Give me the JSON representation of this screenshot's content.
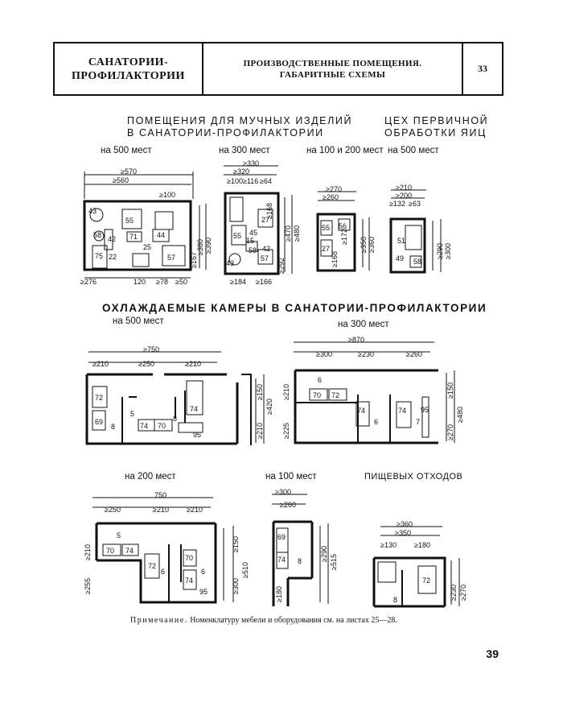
{
  "header": {
    "section": "САНАТОРИИ-\nПРОФИЛАКТОРИИ",
    "topic": "ПРОИЗВОДСТВЕННЫЕ ПОМЕЩЕНИЯ. ГАБАРИТНЫЕ СХЕМЫ",
    "sheet": "33"
  },
  "flour": {
    "title_line1": "ПОМЕЩЕНИЯ ДЛЯ МУЧНЫХ ИЗДЕЛИЙ",
    "title_line2": "В САНАТОРИИ-ПРОФИЛАКТОРИИ",
    "p500": {
      "label": "на 500 мест",
      "d1": "≥570",
      "d2": "≥560",
      "d3": "≥100",
      "d4": "≥276",
      "d5": "120",
      "d6": "≥78",
      "d7": "≥50",
      "n1": "55",
      "n2": "71",
      "n3": "44",
      "n4": "42",
      "n5": "22",
      "n6": "57",
      "n7": "75",
      "n8": "25",
      "n9": "43",
      "n10": "58",
      "v1": "≥390",
      "v2": "≥380",
      "v3": "≥167"
    },
    "p300": {
      "label": "на 300 мест",
      "d1": "≥330",
      "d2": "≥320",
      "d3": "≥100",
      "d4": "≥116",
      "d5": "≥64",
      "n1": "27",
      "n2": "55",
      "n3": "45",
      "n4": "57",
      "n5": "15",
      "n6": "58",
      "n7": "42",
      "n8": "43",
      "v1": "≥480",
      "v2": "≥470",
      "v3": "≥292",
      "v4": "≥168",
      "b1": "≥184",
      "b2": "≥166"
    },
    "p100": {
      "label": "на 100 и 200 мест",
      "d1": "≥270",
      "d2": "≥260",
      "n1": "55",
      "n2": "27",
      "n3": "56",
      "v1": "≥360",
      "v2": "≥350",
      "v3": "≥168",
      "v4": "≥172"
    }
  },
  "eggs": {
    "title_line1": "ЦЕХ ПЕРВИЧНОЙ",
    "title_line2": "ОБРАБОТКИ ЯИЦ",
    "label": "на 500 мест",
    "d1": "≥210",
    "d2": "≥200",
    "d3": "≥132",
    "d4": "≥63",
    "n1": "51",
    "n2": "49",
    "n3": "58",
    "v1": "≥300",
    "v2": "≥290"
  },
  "cold": {
    "title": "ОХЛАЖДАЕМЫЕ КАМЕРЫ В САНАТОРИИ-ПРОФИЛАКТОРИИ",
    "p500": {
      "label": "на 500 мест",
      "d1": "≥750",
      "d2": "≥210",
      "d3": "≥250",
      "d4": "≥210",
      "n1": "72",
      "n2": "69",
      "n3": "8",
      "n4": "5",
      "n5": "74",
      "n6": "70",
      "n7": "8",
      "n8": "74",
      "n9": "95",
      "v1": "≥420",
      "v2": "≥150",
      "v3": "≥210"
    },
    "p300": {
      "label": "на 300 мест",
      "d1": "≥870",
      "d2": "≥300",
      "d3": "≥230",
      "d4": "≥260",
      "n1": "6",
      "n2": "70",
      "n3": "72",
      "n4": "74",
      "n5": "6",
      "n6": "74",
      "n7": "7",
      "n8": "95",
      "v1": "≥480",
      "v2": "≥270",
      "v3": "≥150",
      "v4": "≥225",
      "v5": "≥210"
    },
    "p200": {
      "label": "на 200 мест",
      "d1": "750",
      "d2": "≥250",
      "d3": "≥210",
      "d4": "≥210",
      "n1": "5",
      "n2": "70",
      "n3": "74",
      "n4": "72",
      "n5": "6",
      "n6": "70",
      "n7": "74",
      "n8": "6",
      "n9": "95",
      "v1": "≥510",
      "v2": "≥300",
      "v3": "≥150",
      "v4": "≥255",
      "v5": "≥210"
    },
    "p100": {
      "label": "на 100 мест",
      "d1": "≥300",
      "d2": "≥260",
      "n1": "69",
      "n2": "74",
      "n3": "8",
      "v1": "≥515",
      "v2": "≥290",
      "v3": "≥180"
    },
    "waste": {
      "label": "ПИЩЕВЫХ ОТХОДОВ",
      "d1": "≥360",
      "d2": "≥350",
      "d3": "≥130",
      "d4": "≥180",
      "n1": "72",
      "n2": "8",
      "v1": "≥270",
      "v2": "≥230"
    }
  },
  "note": {
    "label": "Примечание.",
    "text": "Номенклатуру мебели и оборудования см. на листах 25—28."
  },
  "page_number": "39"
}
